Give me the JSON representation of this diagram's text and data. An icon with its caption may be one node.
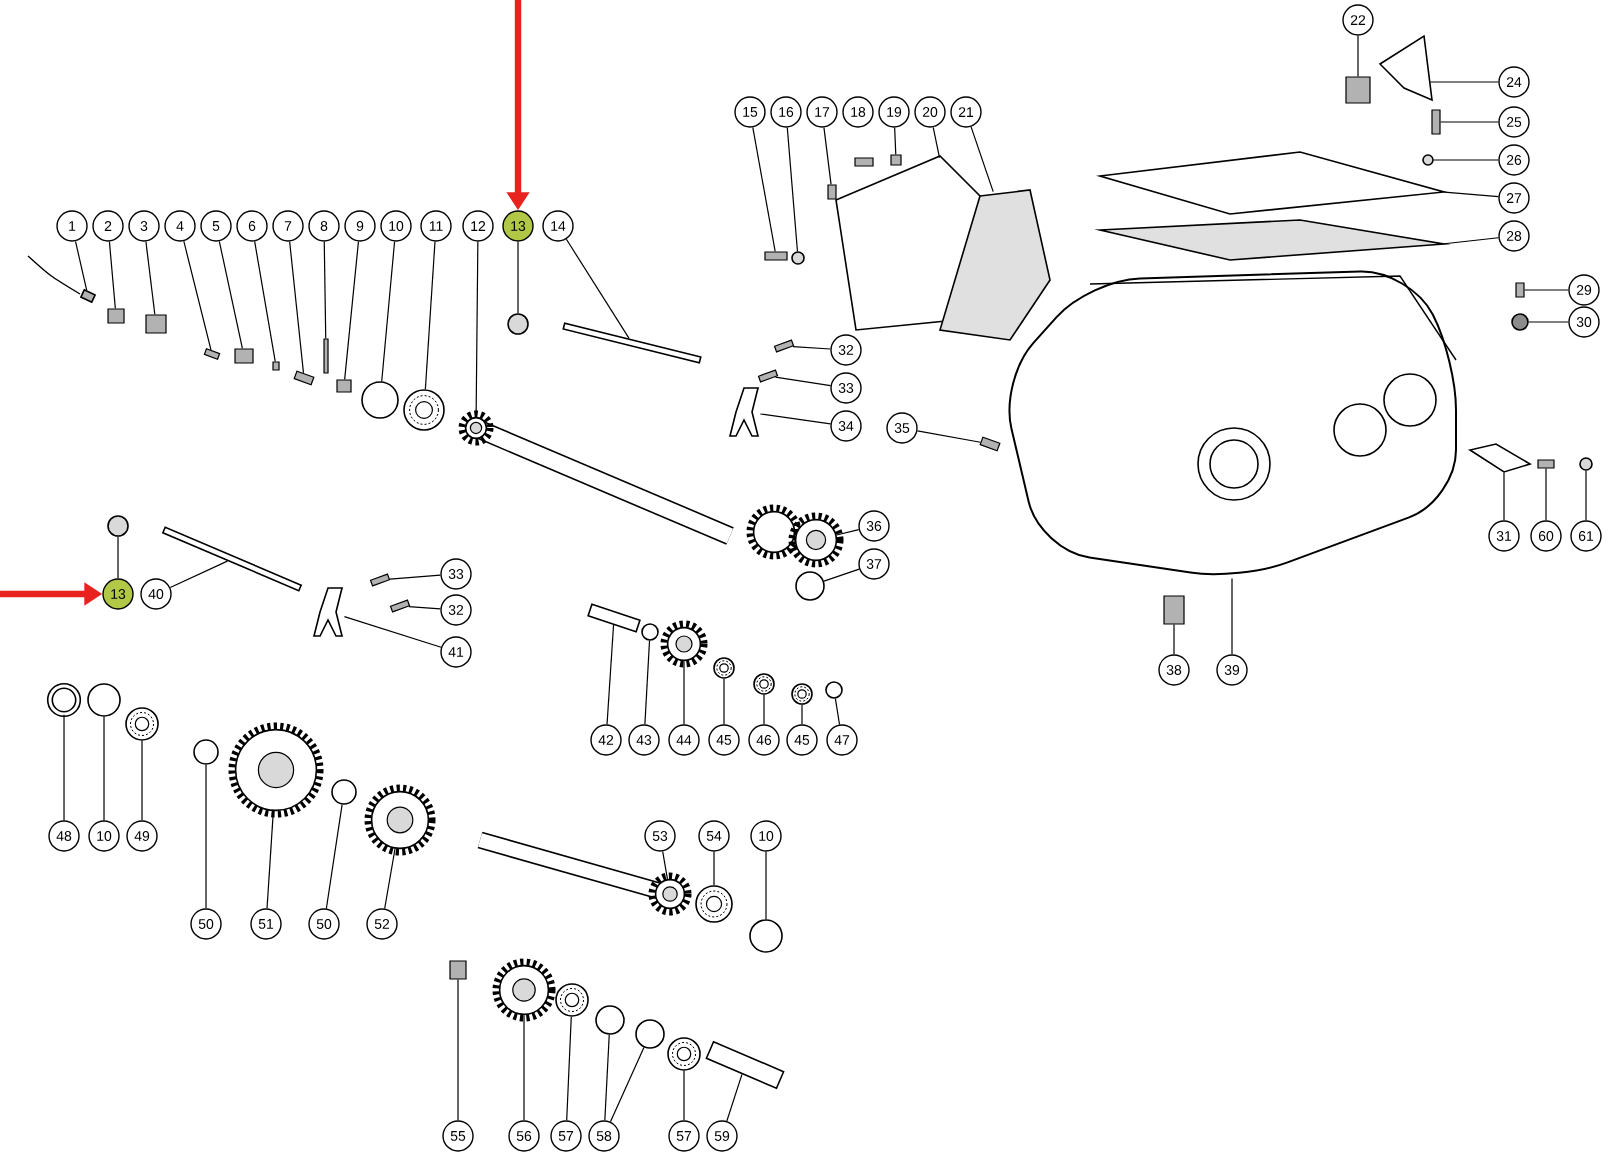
{
  "diagram": {
    "nodes": [
      {
        "text": [
          "1"
        ]
      },
      {
        "text": [
          "2"
        ]
      },
      {
        "text": [
          "3"
        ]
      },
      {
        "text": [
          "4"
        ]
      },
      {
        "text": [
          "5"
        ]
      },
      {
        "text": [
          "6"
        ]
      },
      {
        "text": [
          "7"
        ]
      },
      {
        "text": [
          "8"
        ]
      },
      {
        "text": [
          "9"
        ]
      },
      {
        "text": [
          "10"
        ]
      },
      {
        "text": [
          "11"
        ]
      },
      {
        "text": [
          "12"
        ]
      },
      {
        "text": [
          "13"
        ]
      },
      {
        "text": [
          "14"
        ]
      },
      {
        "text": [
          "15"
        ]
      },
      {
        "text": [
          "16"
        ]
      },
      {
        "text": [
          "17"
        ]
      },
      {
        "text": [
          "18"
        ]
      },
      {
        "text": [
          "19"
        ]
      },
      {
        "text": [
          "20"
        ]
      },
      {
        "text": [
          "21"
        ]
      },
      {
        "text": [
          "22"
        ]
      },
      {
        "text": [
          "24"
        ]
      },
      {
        "text": [
          "25"
        ]
      },
      {
        "text": [
          "26"
        ]
      },
      {
        "text": [
          "27"
        ]
      },
      {
        "text": [
          "28"
        ]
      },
      {
        "text": [
          "29"
        ]
      },
      {
        "text": [
          "30"
        ]
      },
      {
        "text": [
          "32"
        ]
      },
      {
        "text": [
          "33"
        ]
      },
      {
        "text": [
          "34"
        ]
      },
      {
        "text": [
          "35"
        ]
      },
      {
        "text": [
          "36"
        ]
      },
      {
        "text": [
          "37"
        ]
      },
      {
        "text": [
          "31"
        ]
      },
      {
        "text": [
          "60"
        ]
      },
      {
        "text": [
          "61"
        ]
      },
      {
        "text": [
          "13"
        ]
      },
      {
        "text": [
          "40"
        ]
      },
      {
        "text": [
          "33"
        ]
      },
      {
        "text": [
          "32"
        ]
      },
      {
        "text": [
          "41"
        ]
      },
      {
        "text": [
          "42"
        ]
      },
      {
        "text": [
          "43"
        ]
      },
      {
        "text": [
          "44"
        ]
      },
      {
        "text": [
          "45"
        ]
      },
      {
        "text": [
          "46"
        ]
      },
      {
        "text": [
          "45"
        ]
      },
      {
        "text": [
          "47"
        ]
      },
      {
        "text": [
          "38"
        ]
      },
      {
        "text": [
          "39"
        ]
      },
      {
        "text": [
          "48"
        ]
      },
      {
        "text": [
          "10"
        ]
      },
      {
        "text": [
          "49"
        ]
      },
      {
        "text": [
          "50"
        ]
      },
      {
        "text": [
          "51"
        ]
      },
      {
        "text": [
          "50"
        ]
      },
      {
        "text": [
          "52"
        ]
      },
      {
        "text": [
          "53"
        ]
      },
      {
        "text": [
          "54"
        ]
      },
      {
        "text": [
          "10"
        ]
      },
      {
        "text": [
          "55"
        ]
      },
      {
        "text": [
          "56"
        ]
      },
      {
        "text": [
          "57"
        ]
      },
      {
        "text": [
          "58"
        ]
      },
      {
        "text": [
          "57"
        ]
      },
      {
        "text": [
          "59"
        ]
      },
      {
        "text": [],
        "shape": "picture"
      },
      {
        "text": [],
        "shape": "box"
      },
      {
        "text": [],
        "shape": "box"
      },
      {
        "text": [],
        "shape": "box"
      },
      {
        "text": [],
        "shape": "box"
      },
      {
        "text": [],
        "shape": "box"
      },
      {
        "text": [],
        "shape": "box"
      },
      {
        "text": [],
        "shape": "box"
      },
      {
        "text": [],
        "shape": "box"
      },
      {
        "text": [],
        "shape": "circle"
      },
      {
        "text": [],
        "shape": "picture"
      },
      {
        "text": [],
        "shape": "picture"
      },
      {
        "text": [],
        "shape": "circle"
      },
      {
        "text": [],
        "shape": "box"
      },
      {
        "text": [],
        "shape": "box"
      },
      {
        "text": [],
        "shape": "circle"
      },
      {
        "text": [],
        "shape": "box"
      },
      {
        "text": [],
        "shape": "box"
      },
      {
        "text": [],
        "shape": "picture"
      },
      {
        "text": [],
        "shape": "picture"
      },
      {
        "text": [],
        "shape": "box"
      },
      {
        "text": [],
        "shape": "picture"
      },
      {
        "text": [],
        "shape": "box"
      },
      {
        "text": [],
        "shape": "circle"
      },
      {
        "text": [],
        "shape": "picture"
      },
      {
        "text": [],
        "shape": "picture"
      },
      {
        "text": [],
        "shape": "box"
      },
      {
        "text": [],
        "shape": "circle"
      },
      {
        "text": [],
        "shape": "box"
      },
      {
        "text": [],
        "shape": "box"
      },
      {
        "text": [],
        "shape": "picture"
      },
      {
        "text": [],
        "shape": "box"
      },
      {
        "text": [],
        "shape": "picture"
      },
      {
        "text": [],
        "shape": "circle"
      },
      {
        "text": [],
        "shape": "picture"
      },
      {
        "text": [],
        "shape": "box"
      },
      {
        "text": [],
        "shape": "circle"
      },
      {
        "text": [],
        "shape": "circle"
      },
      {
        "text": [],
        "shape": "box"
      },
      {
        "text": [],
        "shape": "box"
      },
      {
        "text": [],
        "shape": "box"
      },
      {
        "text": [],
        "shape": "picture"
      },
      {
        "text": [],
        "shape": "box"
      },
      {
        "text": [],
        "shape": "circle"
      },
      {
        "text": [],
        "shape": "picture"
      },
      {
        "text": [],
        "shape": "picture"
      },
      {
        "text": [],
        "shape": "picture"
      },
      {
        "text": [],
        "shape": "picture"
      },
      {
        "text": [],
        "shape": "circle"
      },
      {
        "text": [],
        "shape": "box"
      },
      {
        "text": [],
        "shape": "picture"
      },
      {
        "text": [],
        "shape": "circle"
      },
      {
        "text": [],
        "shape": "circle"
      },
      {
        "text": [],
        "shape": "picture"
      },
      {
        "text": [],
        "shape": "circle"
      },
      {
        "text": [],
        "shape": "picture"
      },
      {
        "text": [],
        "shape": "circle"
      },
      {
        "text": [],
        "shape": "picture"
      },
      {
        "text": [],
        "shape": "picture"
      },
      {
        "text": [],
        "shape": "picture"
      },
      {
        "text": [],
        "shape": "circle"
      },
      {
        "text": [],
        "shape": "box"
      },
      {
        "text": [],
        "shape": "picture"
      },
      {
        "text": [],
        "shape": "picture"
      },
      {
        "text": [],
        "shape": "circle"
      },
      {
        "text": [],
        "shape": "circle"
      },
      {
        "text": [],
        "shape": "picture"
      },
      {
        "text": [],
        "shape": "box"
      }
    ],
    "edges": [
      {
        "from": 0,
        "to": 68,
        "arrow": "none"
      },
      {
        "from": 1,
        "to": 69,
        "arrow": "none"
      },
      {
        "from": 2,
        "to": 70,
        "arrow": "none"
      },
      {
        "from": 3,
        "to": 71,
        "arrow": "none"
      },
      {
        "from": 4,
        "to": 72,
        "arrow": "none"
      },
      {
        "from": 5,
        "to": 73,
        "arrow": "none"
      },
      {
        "from": 6,
        "to": 74,
        "arrow": "none"
      },
      {
        "from": 7,
        "to": 75,
        "arrow": "none"
      },
      {
        "from": 8,
        "to": 76,
        "arrow": "none"
      },
      {
        "from": 9,
        "to": 77,
        "arrow": "none"
      },
      {
        "from": 10,
        "to": 78,
        "arrow": "none"
      },
      {
        "from": 11,
        "to": 79,
        "arrow": "none"
      },
      {
        "from": 12,
        "to": 80,
        "arrow": "none"
      },
      {
        "from": 13,
        "to": 81,
        "arrow": "none"
      },
      {
        "from": 14,
        "to": 82,
        "arrow": "none"
      },
      {
        "from": 15,
        "to": 83,
        "arrow": "none"
      },
      {
        "from": 16,
        "to": 84,
        "arrow": "none"
      },
      {
        "from": 18,
        "to": 85,
        "arrow": "none"
      },
      {
        "from": 19,
        "to": 86,
        "arrow": "none"
      },
      {
        "from": 20,
        "to": 87,
        "arrow": "none"
      },
      {
        "from": 21,
        "to": 88,
        "arrow": "none"
      },
      {
        "from": 22,
        "to": 89,
        "arrow": "none"
      },
      {
        "from": 23,
        "to": 90,
        "arrow": "none"
      },
      {
        "from": 24,
        "to": 91,
        "arrow": "none"
      },
      {
        "from": 25,
        "to": 92,
        "arrow": "none"
      },
      {
        "from": 26,
        "to": 93,
        "arrow": "none"
      },
      {
        "from": 27,
        "to": 94,
        "arrow": "none"
      },
      {
        "from": 28,
        "to": 95,
        "arrow": "none"
      },
      {
        "from": 29,
        "to": 96,
        "arrow": "none"
      },
      {
        "from": 30,
        "to": 97,
        "arrow": "none"
      },
      {
        "from": 31,
        "to": 98,
        "arrow": "none"
      },
      {
        "from": 32,
        "to": 99,
        "arrow": "none"
      },
      {
        "from": 33,
        "to": 100,
        "arrow": "none"
      },
      {
        "from": 34,
        "to": 101,
        "arrow": "none"
      },
      {
        "from": 35,
        "to": 102,
        "arrow": "none"
      },
      {
        "from": 36,
        "to": 103,
        "arrow": "none"
      },
      {
        "from": 37,
        "to": 104,
        "arrow": "none"
      },
      {
        "from": 38,
        "to": 105,
        "arrow": "none"
      },
      {
        "from": 39,
        "to": 106,
        "arrow": "none"
      },
      {
        "from": 40,
        "to": 107,
        "arrow": "none"
      },
      {
        "from": 41,
        "to": 108,
        "arrow": "none"
      },
      {
        "from": 42,
        "to": 109,
        "arrow": "none"
      },
      {
        "from": 43,
        "to": 110,
        "arrow": "none"
      },
      {
        "from": 44,
        "to": 111,
        "arrow": "none"
      },
      {
        "from": 45,
        "to": 112,
        "arrow": "none"
      },
      {
        "from": 46,
        "to": 113,
        "arrow": "none"
      },
      {
        "from": 47,
        "to": 114,
        "arrow": "none"
      },
      {
        "from": 48,
        "to": 115,
        "arrow": "none"
      },
      {
        "from": 49,
        "to": 116,
        "arrow": "none"
      },
      {
        "from": 50,
        "to": 117,
        "arrow": "none"
      },
      {
        "from": 51,
        "to": 118,
        "arrow": "none"
      },
      {
        "from": 52,
        "to": 119,
        "arrow": "none"
      },
      {
        "from": 53,
        "to": 120,
        "arrow": "none"
      },
      {
        "from": 54,
        "to": 121,
        "arrow": "none"
      },
      {
        "from": 55,
        "to": 122,
        "arrow": "none"
      },
      {
        "from": 56,
        "to": 123,
        "arrow": "none"
      },
      {
        "from": 57,
        "to": 124,
        "arrow": "none"
      },
      {
        "from": 58,
        "to": 125,
        "arrow": "none"
      },
      {
        "from": 59,
        "to": 126,
        "arrow": "none"
      },
      {
        "from": 60,
        "to": 127,
        "arrow": "none"
      },
      {
        "from": 61,
        "to": 128,
        "arrow": "none"
      },
      {
        "from": 62,
        "to": 129,
        "arrow": "none"
      },
      {
        "from": 63,
        "to": 130,
        "arrow": "none"
      },
      {
        "from": 64,
        "to": 131,
        "arrow": "none"
      },
      {
        "from": 65,
        "to": 132,
        "arrow": "none"
      },
      {
        "from": 65,
        "to": 133,
        "arrow": "none"
      },
      {
        "from": 66,
        "to": 134,
        "arrow": "none"
      },
      {
        "from": 67,
        "to": 135,
        "arrow": "none"
      },
      {
        "from": null,
        "to": 12,
        "arrow": "to",
        "style": "thick",
        "color": "#e8231f"
      },
      {
        "from": null,
        "to": 38,
        "arrow": "to",
        "style": "thick",
        "color": "#e8231f"
      }
    ]
  }
}
